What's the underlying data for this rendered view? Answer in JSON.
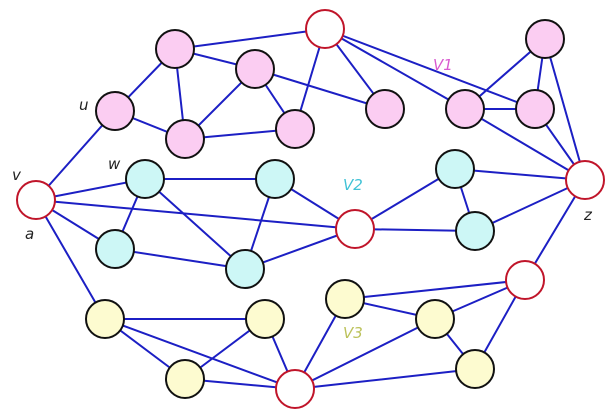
{
  "colors": {
    "edge": "#1c1fc4",
    "node_stroke": "#111111",
    "separator_stroke": "#c0152a",
    "separator_fill": "#ffffff",
    "v1_fill": "#fbcdf2",
    "v2_fill": "#cdf7f6",
    "v3_fill": "#fdfbd0",
    "v1_text": "#d95ad0",
    "v2_text": "#41c2d6",
    "v3_text": "#bcc25b",
    "label_text": "#222222"
  },
  "labels": {
    "v": "v",
    "a": "a",
    "u": "u",
    "w": "w",
    "z": "z",
    "v1": "V1",
    "v2": "V2",
    "v3": "V3"
  },
  "nodes": [
    {
      "id": "v",
      "group": "sep"
    },
    {
      "id": "sTop",
      "group": "sep"
    },
    {
      "id": "z",
      "group": "sep"
    },
    {
      "id": "sMid",
      "group": "sep"
    },
    {
      "id": "sBot",
      "group": "sep"
    },
    {
      "id": "sRight",
      "group": "sep"
    },
    {
      "id": "p1",
      "group": "v1"
    },
    {
      "id": "u",
      "group": "v1"
    },
    {
      "id": "p3",
      "group": "v1"
    },
    {
      "id": "p4",
      "group": "v1"
    },
    {
      "id": "p5",
      "group": "v1"
    },
    {
      "id": "p6",
      "group": "v1"
    },
    {
      "id": "p7",
      "group": "v1"
    },
    {
      "id": "p8",
      "group": "v1"
    },
    {
      "id": "p9",
      "group": "v1"
    },
    {
      "id": "w",
      "group": "v2"
    },
    {
      "id": "c2",
      "group": "v2"
    },
    {
      "id": "c3",
      "group": "v2"
    },
    {
      "id": "c4",
      "group": "v2"
    },
    {
      "id": "c5",
      "group": "v2"
    },
    {
      "id": "c6",
      "group": "v2"
    },
    {
      "id": "y1",
      "group": "v3"
    },
    {
      "id": "y2",
      "group": "v3"
    },
    {
      "id": "y3",
      "group": "v3"
    },
    {
      "id": "y4",
      "group": "v3"
    },
    {
      "id": "y5",
      "group": "v3"
    },
    {
      "id": "y6",
      "group": "v3"
    }
  ],
  "edges": [
    [
      "v",
      "u"
    ],
    [
      "v",
      "w"
    ],
    [
      "v",
      "c2"
    ],
    [
      "v",
      "sMid"
    ],
    [
      "v",
      "y1"
    ],
    [
      "u",
      "p1"
    ],
    [
      "u",
      "p3"
    ],
    [
      "p1",
      "sTop"
    ],
    [
      "p1",
      "p3"
    ],
    [
      "p1",
      "p4"
    ],
    [
      "p3",
      "p4"
    ],
    [
      "p3",
      "p5"
    ],
    [
      "p4",
      "p5"
    ],
    [
      "p4",
      "p6"
    ],
    [
      "sTop",
      "p5"
    ],
    [
      "sTop",
      "p6"
    ],
    [
      "sTop",
      "p7"
    ],
    [
      "sTop",
      "p8"
    ],
    [
      "p7",
      "p8"
    ],
    [
      "p7",
      "p9"
    ],
    [
      "p7",
      "z"
    ],
    [
      "p8",
      "p9"
    ],
    [
      "p8",
      "z"
    ],
    [
      "p9",
      "z"
    ],
    [
      "w",
      "c2"
    ],
    [
      "w",
      "c3"
    ],
    [
      "w",
      "c4"
    ],
    [
      "c2",
      "c4"
    ],
    [
      "c3",
      "c4"
    ],
    [
      "c3",
      "sMid"
    ],
    [
      "c4",
      "sMid"
    ],
    [
      "sMid",
      "c5"
    ],
    [
      "sMid",
      "c6"
    ],
    [
      "c5",
      "c6"
    ],
    [
      "c5",
      "z"
    ],
    [
      "c6",
      "z"
    ],
    [
      "z",
      "sRight"
    ],
    [
      "sRight",
      "y4"
    ],
    [
      "sRight",
      "y5"
    ],
    [
      "sRight",
      "y6"
    ],
    [
      "y1",
      "y2"
    ],
    [
      "y1",
      "y3"
    ],
    [
      "y1",
      "sBot"
    ],
    [
      "y2",
      "y3"
    ],
    [
      "y2",
      "sBot"
    ],
    [
      "y3",
      "sBot"
    ],
    [
      "y4",
      "y5"
    ],
    [
      "y4",
      "sBot"
    ],
    [
      "y5",
      "y6"
    ],
    [
      "y5",
      "sBot"
    ],
    [
      "y6",
      "sBot"
    ]
  ]
}
